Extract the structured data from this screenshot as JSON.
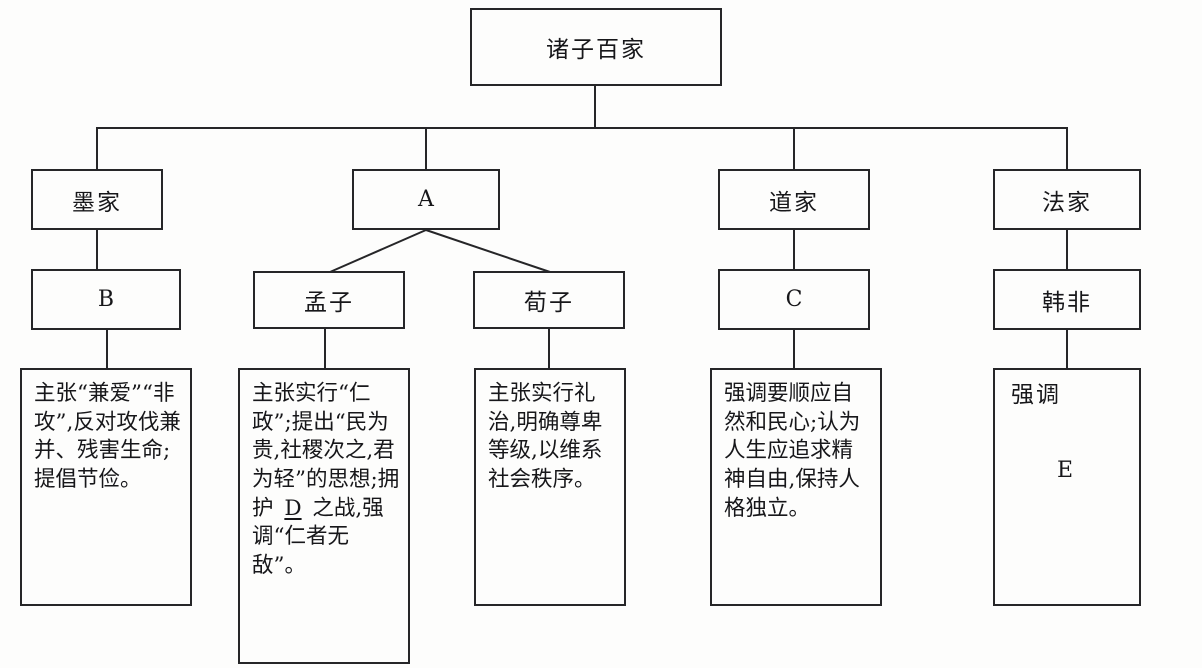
{
  "diagram": {
    "title": "诸子百家",
    "type": "organization-tree",
    "root": {
      "label": "诸子百家"
    },
    "schools": [
      {
        "id": "mojia",
        "label": "墨家"
      },
      {
        "id": "a",
        "label": "A"
      },
      {
        "id": "daojia",
        "label": "道家"
      },
      {
        "id": "fajia",
        "label": "法家"
      }
    ],
    "figures": [
      {
        "id": "b",
        "label": "B"
      },
      {
        "id": "mengzi",
        "label": "孟子"
      },
      {
        "id": "xunzi",
        "label": "荀子"
      },
      {
        "id": "c",
        "label": "C"
      },
      {
        "id": "hanfei",
        "label": "韩非"
      }
    ],
    "descriptions": [
      {
        "id": "desc-b",
        "text": "主张“兼爱”“非攻”,反对攻伐兼并、残害生命;提倡节俭。"
      },
      {
        "id": "desc-mengzi",
        "segments": [
          {
            "text": "主张实行“仁政”;提出“民为贵,社稷次之,君为轻”的思想;拥护 ",
            "underline": false
          },
          {
            "text": "D",
            "underline": true
          },
          {
            "text": " 之战,强调“仁者无敌”。",
            "underline": false
          }
        ]
      },
      {
        "id": "desc-xunzi",
        "text": "主张实行礼治,明确尊卑等级,以维系社会秩序。"
      },
      {
        "id": "desc-c",
        "text": "强调要顺应自然和民心;认为人生应追求精神自由,保持人格独立。"
      },
      {
        "id": "desc-hanfei",
        "lead": "强调",
        "blank_letter": "E"
      }
    ],
    "colors": {
      "line": "#262628",
      "text": "#17171a",
      "background": "#fdfdfc"
    }
  }
}
